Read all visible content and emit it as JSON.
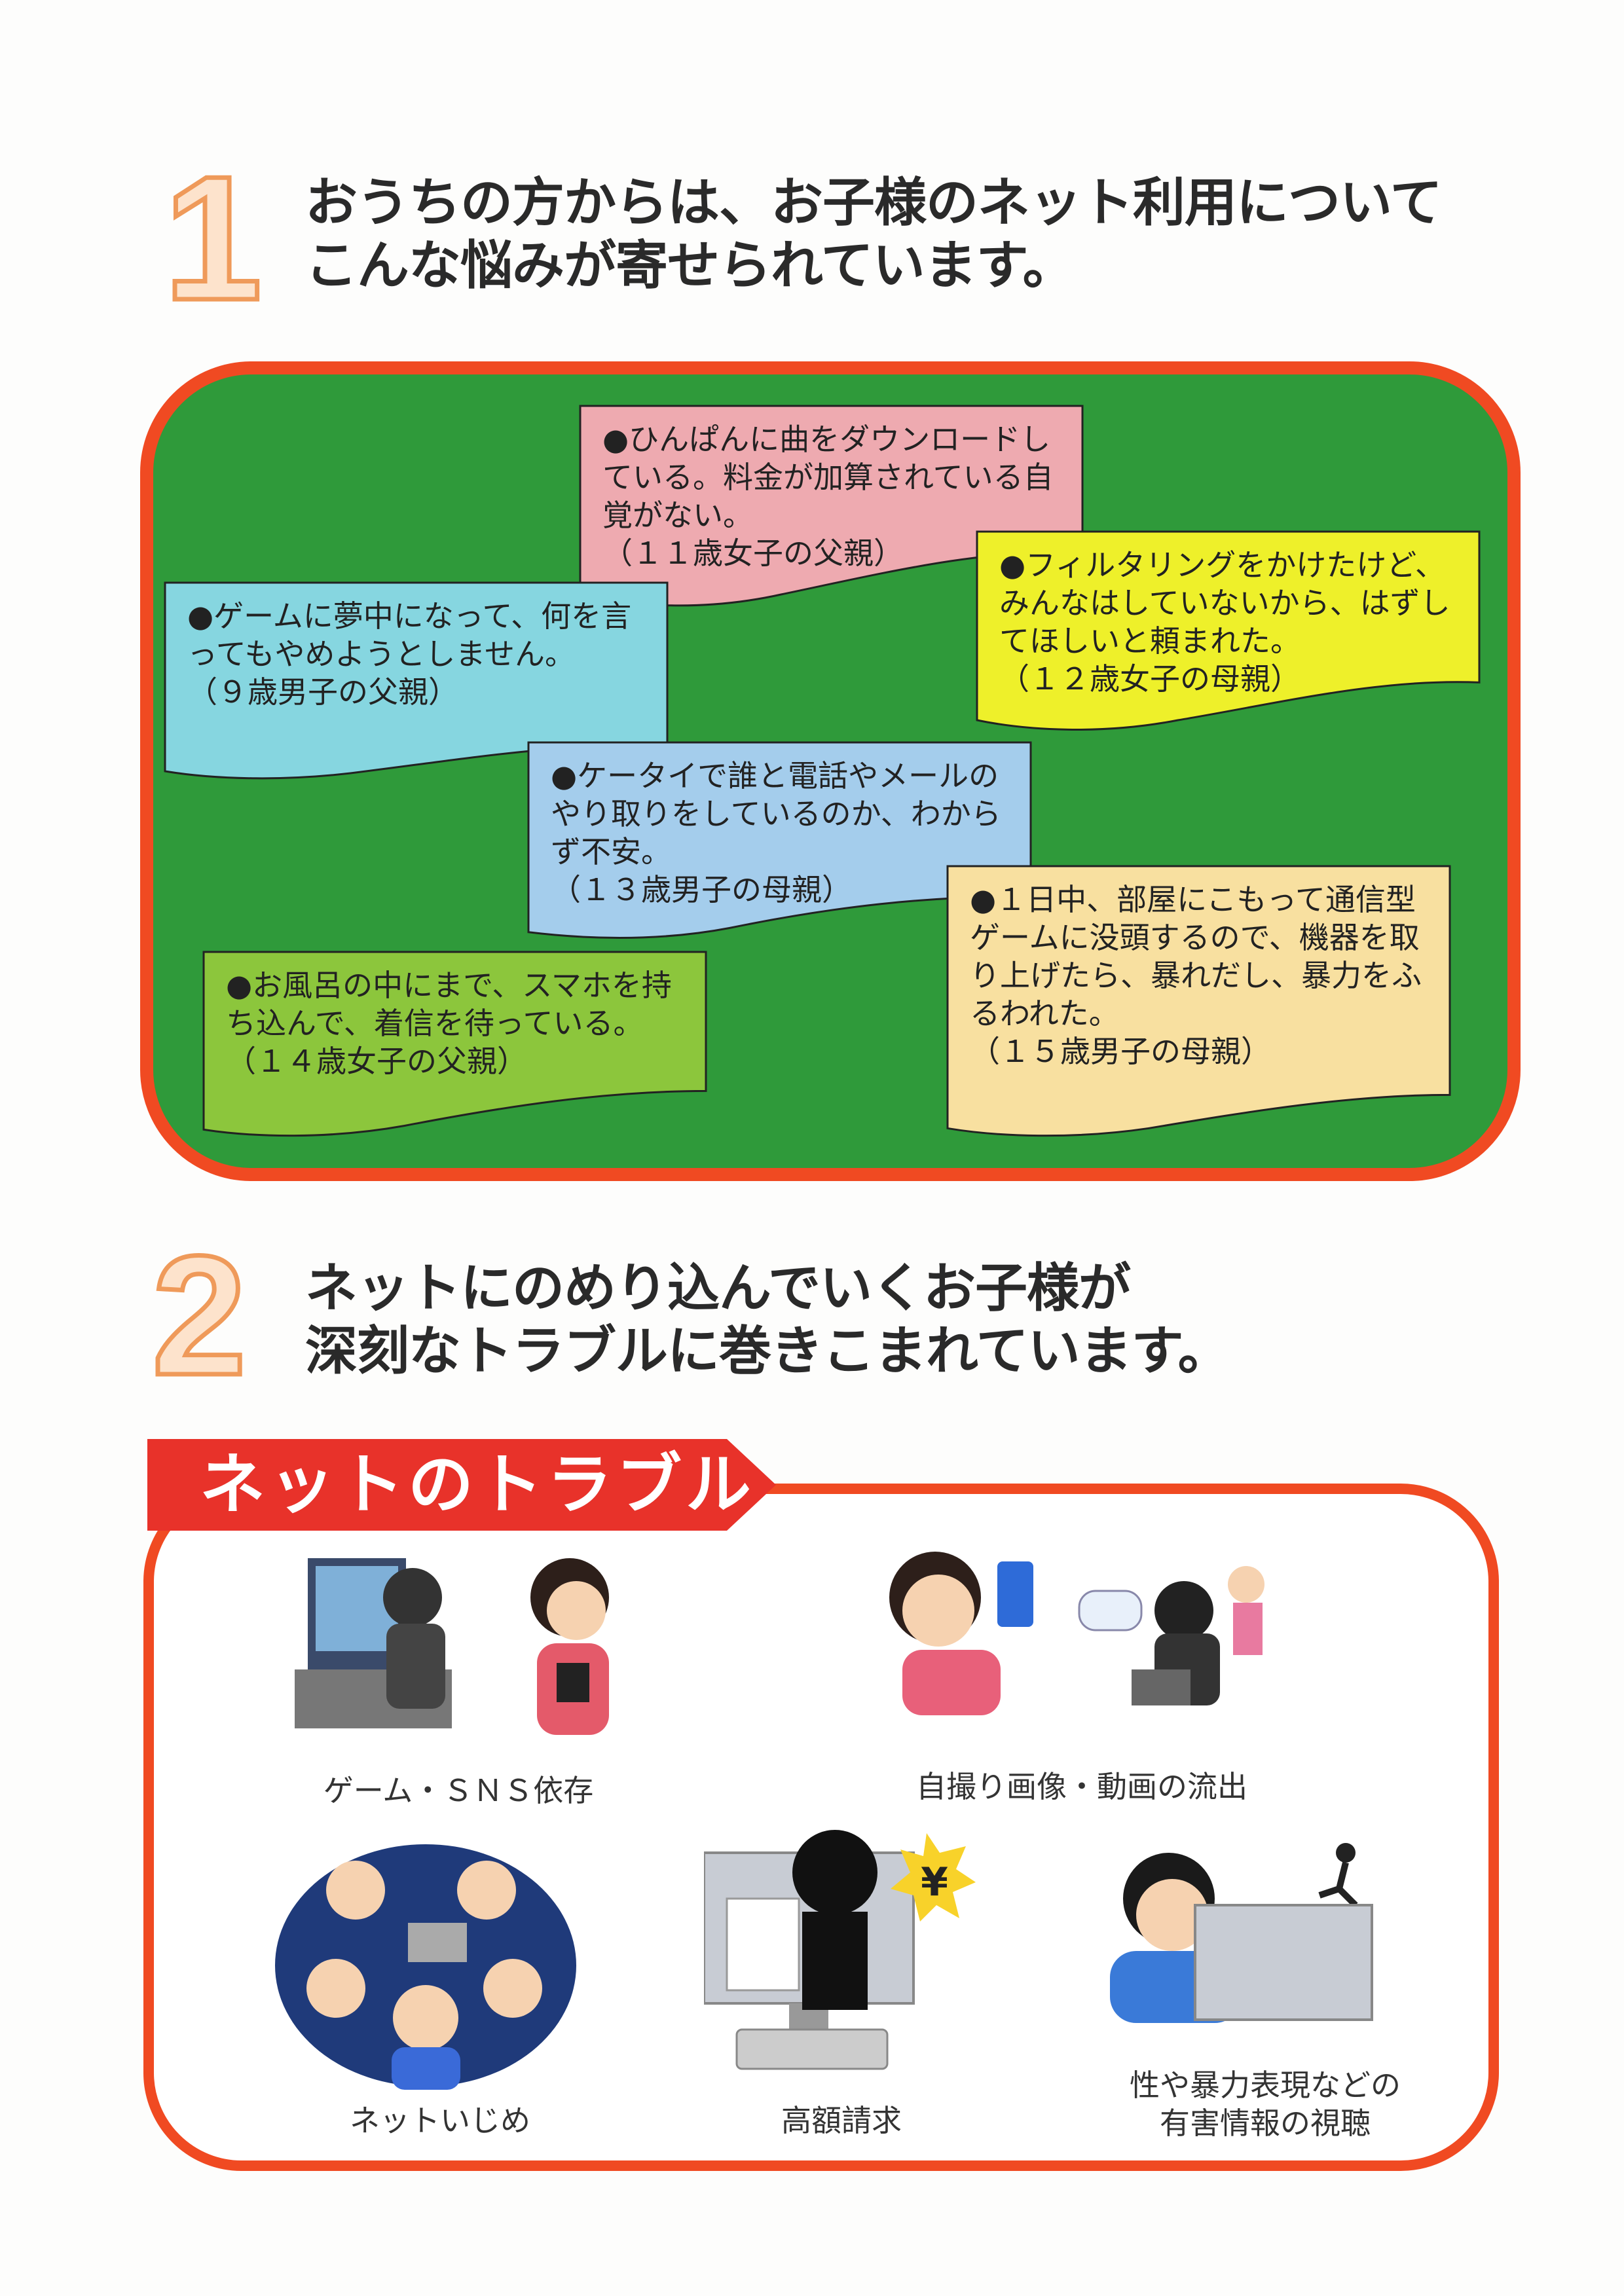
{
  "section1": {
    "number": "1",
    "heading_line1": "おうちの方からは、お子様のネット利用について",
    "heading_line2": "こんな悩みが寄せられています。",
    "notes": [
      {
        "text": "●ひんぱんに曲をダウンロードしている。料金が加算されている自覚がない。",
        "author": "（１１歳女子の父親）",
        "color": "#eeaab0"
      },
      {
        "text": "●フィルタリングをかけたけど、みんなはしていないから、はずしてほしいと頼まれた。",
        "author": "（１２歳女子の母親）",
        "color": "#eef02a"
      },
      {
        "text": "●ゲームに夢中になって、何を言ってもやめようとしません。",
        "author": "（９歳男子の父親）",
        "color": "#86d6e0"
      },
      {
        "text": "●ケータイで誰と電話やメールのやり取りをしているのか、わからず不安。",
        "author": "（１３歳男子の母親）",
        "color": "#a4cdec"
      },
      {
        "text": "●お風呂の中にまで、スマホを持ち込んで、着信を待っている。",
        "author": "（１４歳女子の父親）",
        "color": "#8cc63c"
      },
      {
        "text": "●１日中、部屋にこもって通信型ゲームに没頭するので、機器を取り上げたら、暴れだし、暴力をふるわれた。",
        "author": "（１５歳男子の母親）",
        "color": "#f8e0a0"
      }
    ]
  },
  "section2": {
    "number": "2",
    "heading_line1": "ネットにのめり込んでいくお子様が",
    "heading_line2": "深刻なトラブルに巻きこまれています。",
    "tab_title": "ネットのトラブル",
    "troubles": [
      {
        "label": "ゲーム・ＳＮＳ依存"
      },
      {
        "label": "自撮り画像・動画の流出"
      },
      {
        "label": "ネットいじめ"
      },
      {
        "label": "高額請求",
        "icon_text": "¥"
      },
      {
        "label_line1": "性や暴力表現などの",
        "label_line2": "有害情報の視聴"
      }
    ]
  },
  "colors": {
    "board": "#2f9a3a",
    "border": "#f04a22",
    "number": "#ef9a5a"
  }
}
